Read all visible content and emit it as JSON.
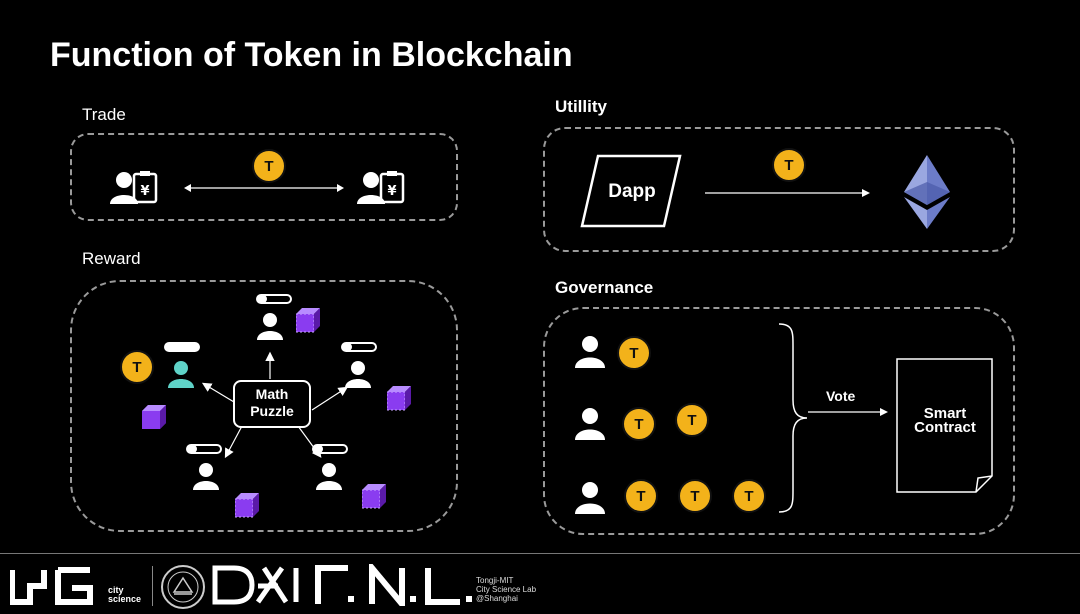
{
  "title": "Function of Token in Blockchain",
  "sections": {
    "trade": {
      "label": "Trade",
      "token": "T"
    },
    "utility": {
      "label": "Utillity",
      "dapp_label": "Dapp",
      "token": "T"
    },
    "reward": {
      "label": "Reward",
      "center_line1": "Math",
      "center_line2": "Puzzle",
      "token": "T"
    },
    "governance": {
      "label": "Governance",
      "vote_label": "Vote",
      "contract_line1": "Smart",
      "contract_line2": "Contract",
      "token": "T",
      "token_rows": [
        1,
        2,
        3
      ]
    }
  },
  "footer": {
    "city_line1": "city",
    "city_line2": "science",
    "lab_line1": "Tongji-MIT",
    "lab_line2": "City Science Lab",
    "lab_line3": "@Shanghai"
  },
  "colors": {
    "background": "#000000",
    "token": "#f3b21a",
    "cube": "#8a2be2",
    "highlight_user": "#5fd3c8",
    "dashed_border": "#9a9a9a"
  }
}
